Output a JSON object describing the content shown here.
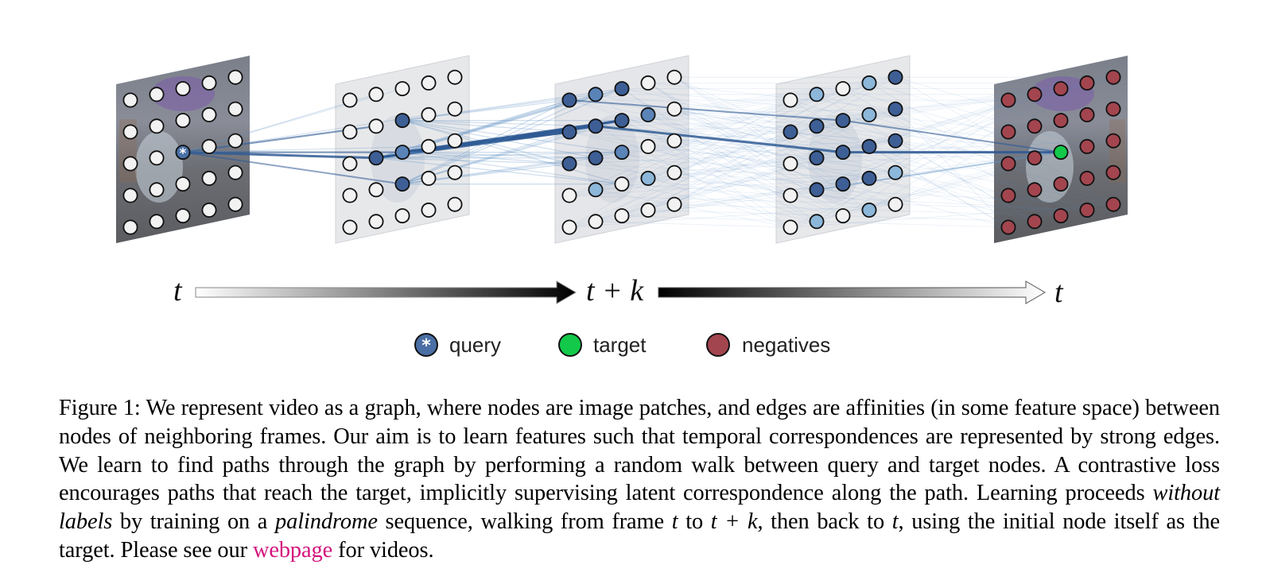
{
  "figure": {
    "time_labels": {
      "start": "t",
      "middle": "t + k",
      "end": "t"
    },
    "legend": [
      {
        "key": "query",
        "label": "query",
        "color": "#4a6fa5"
      },
      {
        "key": "target",
        "label": "target",
        "color": "#12c94a"
      },
      {
        "key": "negatives",
        "label": "negatives",
        "color": "#a3454f"
      }
    ],
    "colors": {
      "node_empty": "#f2f2f2",
      "node_dark": "#3d5f95",
      "node_mid": "#5a83b8",
      "node_light": "#8cb7d9",
      "edge": "#5c8fc4",
      "negative": "#a3454f",
      "target": "#12c94a"
    }
  },
  "caption": {
    "part1": "Figure 1: We represent video as a graph, where nodes are image patches, and edges are affinities (in some feature space) between nodes of neighboring frames. Our aim is to learn features such that temporal correspondences are represented by strong edges. We learn to find paths through the graph by performing a random walk between query and target nodes. A contrastive loss encourages paths that reach the target, implicitly supervising latent correspondence along the path. Learning proceeds ",
    "em1": "without labels",
    "part2": " by training on a ",
    "em2": "palindrome",
    "part3": " sequence, walking from frame ",
    "var_t1": "t",
    "part4": " to ",
    "var_tk": "t + k",
    "part5": ", then back to ",
    "var_t2": "t",
    "part6": ", using the initial node itself as the target. Please see our ",
    "link": "webpage",
    "part7": " for videos."
  }
}
